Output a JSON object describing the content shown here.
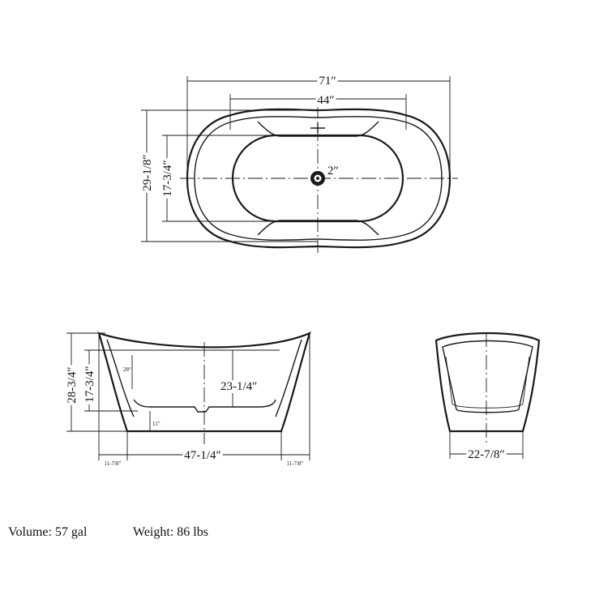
{
  "top_view": {
    "overall_length": "71″",
    "inner_length": "44″",
    "overall_width": "29-1/8″",
    "inner_width": "17-3/4″",
    "drain": "2″"
  },
  "side_view": {
    "overall_height": "28-3/4″",
    "inner_height": "17-3/4″",
    "depth": "23-1/4″",
    "bottom_length": "47-1/4″",
    "left_offset": "11-7/8″",
    "right_offset": "11-7/8″",
    "angle": "28°",
    "base_height": "11″"
  },
  "end_view": {
    "bottom_width": "22-7/8″"
  },
  "specs": {
    "volume": "Volume: 57 gal",
    "weight": "Weight: 86 lbs"
  }
}
